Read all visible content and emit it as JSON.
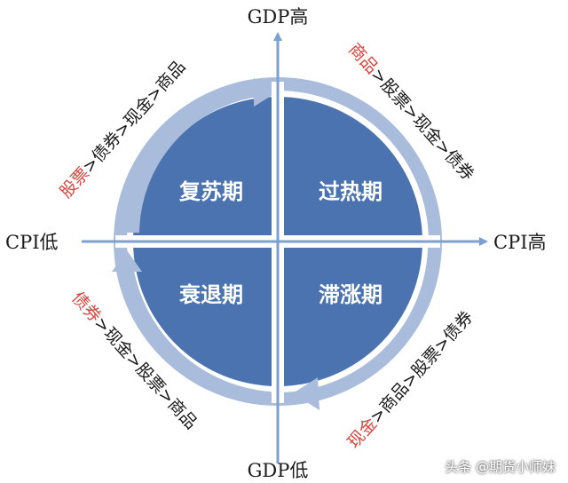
{
  "axes": {
    "gdp_high": "GDP高",
    "gdp_low": "GDP低",
    "cpi_low": "CPI低",
    "cpi_high": "CPI高"
  },
  "phases": {
    "recovery": "复苏期",
    "overheat": "过热期",
    "recession": "衰退期",
    "stagflation": "滞涨期"
  },
  "sequences": {
    "recovery": {
      "lead": "股票",
      "rest": ">债券>现金>商品"
    },
    "overheat": {
      "lead": "商品",
      "rest": ">股票>现金>债券"
    },
    "recession": {
      "lead": "债券",
      "rest": ">现金>股票>商品"
    },
    "stagflation": {
      "lead": "现金",
      "rest": ">商品>股票>债券"
    }
  },
  "colors": {
    "quadrant": "#4a73b0",
    "ring": "#a9bcdc",
    "axis": "#7e9fd2",
    "highlight": "#d9433c"
  },
  "watermark": "头条 @期货小师妹"
}
